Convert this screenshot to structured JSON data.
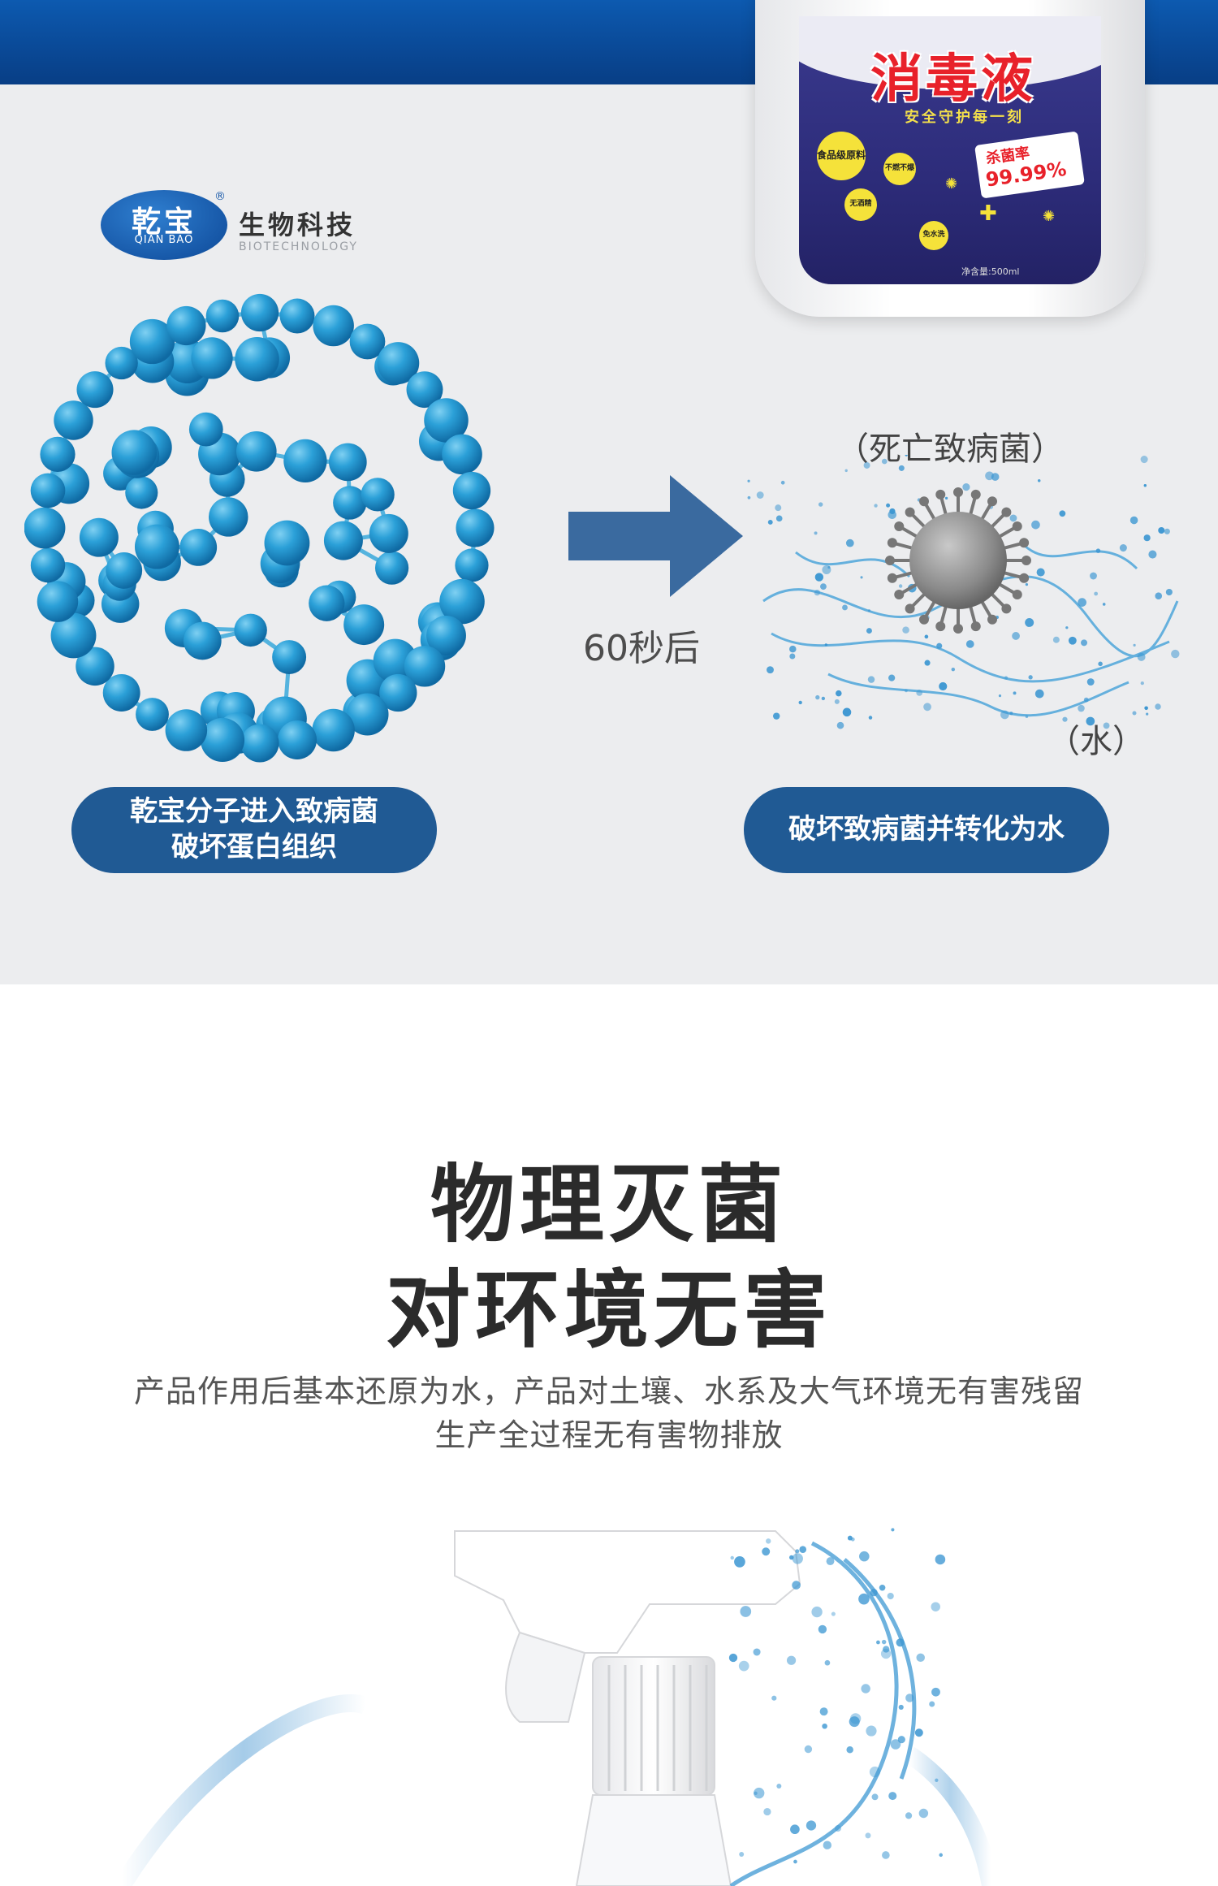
{
  "top_band": {
    "color": "#0a4a98"
  },
  "brand": {
    "logo_cn": "乾宝",
    "logo_en": "QIAN BAO",
    "registered_mark": "®",
    "tagline": "生物科技",
    "tagline_en": "BIOTECHNOLOGY"
  },
  "product": {
    "title": "消毒液",
    "subtitle": "安全守护每一刻",
    "kill_label": "杀菌率",
    "kill_rate": "99.99%",
    "features": [
      "食品级原料",
      "不燃不爆",
      "无酒精",
      "免水洗"
    ],
    "net_content": "净含量:500ml"
  },
  "process": {
    "time_label": "60秒后",
    "dead_label": "（死亡致病菌）",
    "water_label": "（水）",
    "step1_line1": "乾宝分子进入致病菌",
    "step1_line2": "破坏蛋白组织",
    "step2": "破坏致病菌并转化为水",
    "accent": "#205a94"
  },
  "section": {
    "headline_line1": "物理灭菌",
    "headline_line2": "对环境无害",
    "desc_line1": "产品作用后基本还原为水，产品对土壤、水系及大气环境无有害残留",
    "desc_line2": "生产全过程无有害物排放"
  },
  "icons": [
    "molecule-icon",
    "right-arrow-icon",
    "virus-icon",
    "water-splash-icon",
    "spray-bottle-icon"
  ]
}
